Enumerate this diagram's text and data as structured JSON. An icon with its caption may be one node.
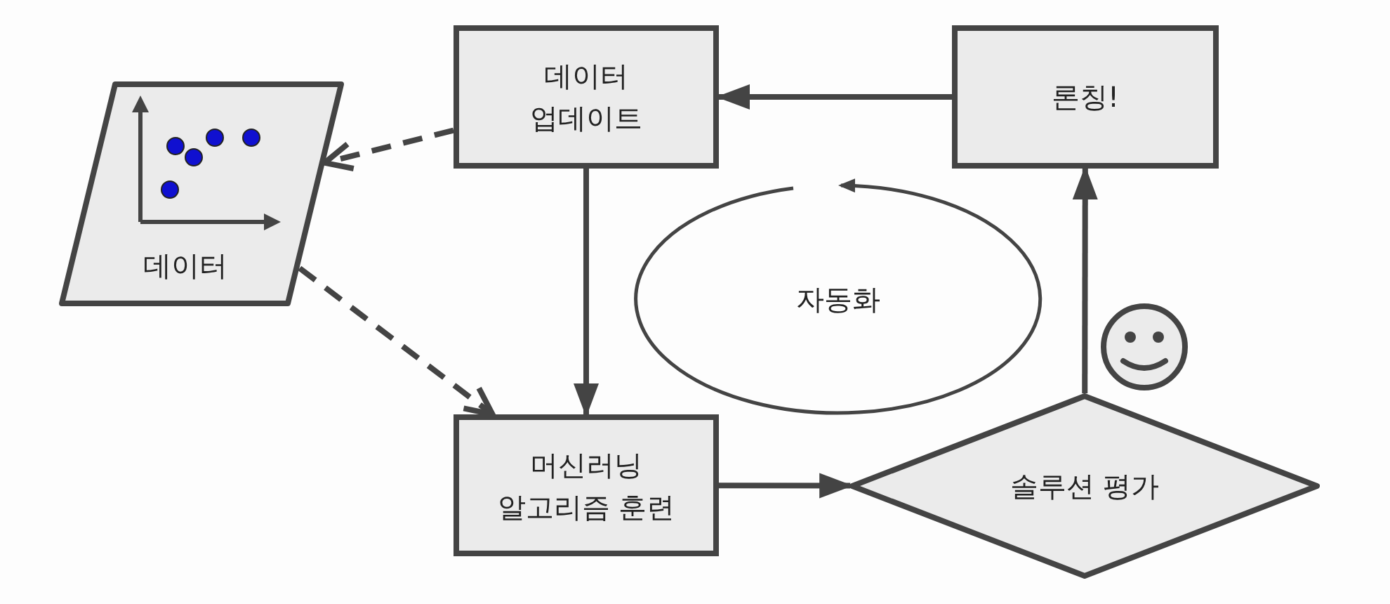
{
  "diagram": {
    "nodes": [
      {
        "text": [
          "데이터"
        ]
      },
      {
        "text": [
          "데이터 업데이트"
        ]
      },
      {
        "text": [
          "론칭!"
        ]
      },
      {
        "text": [
          "자동화"
        ]
      },
      {
        "text": [
          "머신러닝 알고리즘 훈련"
        ]
      },
      {
        "text": [
          "솔루션 평가"
        ]
      }
    ],
    "edges": [
      {
        "from": 2,
        "to": 1,
        "arrow": "to"
      },
      {
        "from": 1,
        "to": 0,
        "arrow": "to",
        "style": "dashed"
      },
      {
        "from": 0,
        "to": 4,
        "arrow": "to",
        "style": "dashed"
      },
      {
        "from": 1,
        "to": 4,
        "arrow": "to"
      },
      {
        "from": 4,
        "to": 5,
        "arrow": "to"
      },
      {
        "from": 5,
        "to": 2,
        "arrow": "to"
      }
    ]
  }
}
